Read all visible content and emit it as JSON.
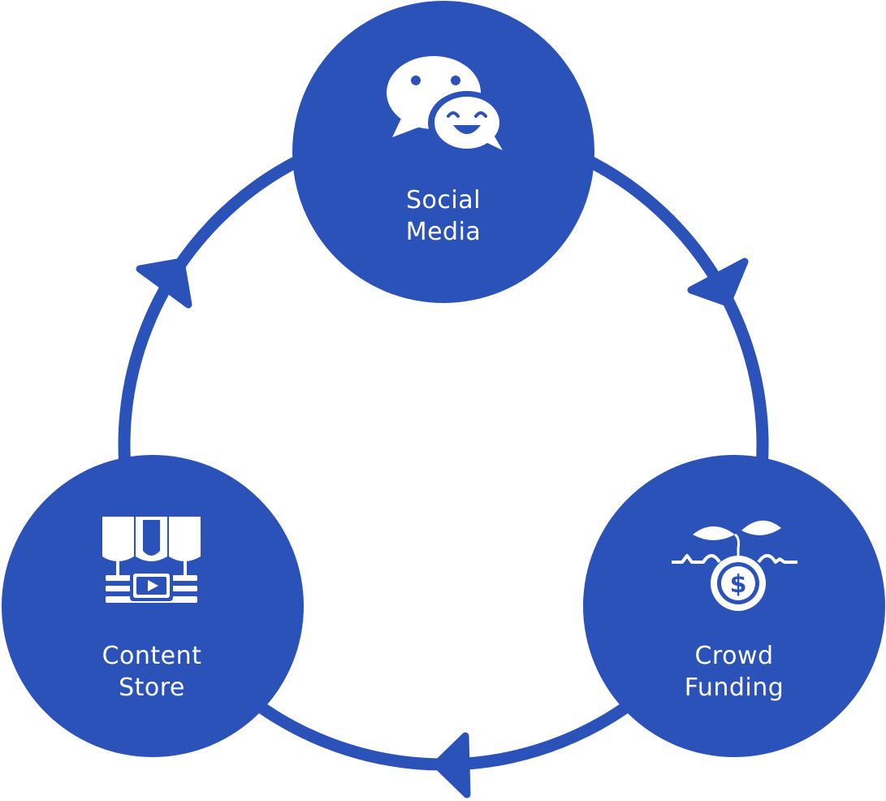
{
  "colors": {
    "primary": "#2A52B8",
    "background": "#FFFFFF",
    "icon": "#FFFFFF"
  },
  "nodes": [
    {
      "id": "social-media",
      "lines": [
        "Social",
        "Media"
      ],
      "icon": "chat-bubbles-icon"
    },
    {
      "id": "crowd-funding",
      "lines": [
        "Crowd",
        "Funding"
      ],
      "icon": "sprout-coin-icon"
    },
    {
      "id": "content-store",
      "lines": [
        "Content",
        "Store"
      ],
      "icon": "storefront-video-icon"
    }
  ],
  "cycle": {
    "direction": "clockwise",
    "arrows": [
      "social-media-to-crowd-funding",
      "crowd-funding-to-content-store",
      "content-store-to-social-media"
    ]
  }
}
